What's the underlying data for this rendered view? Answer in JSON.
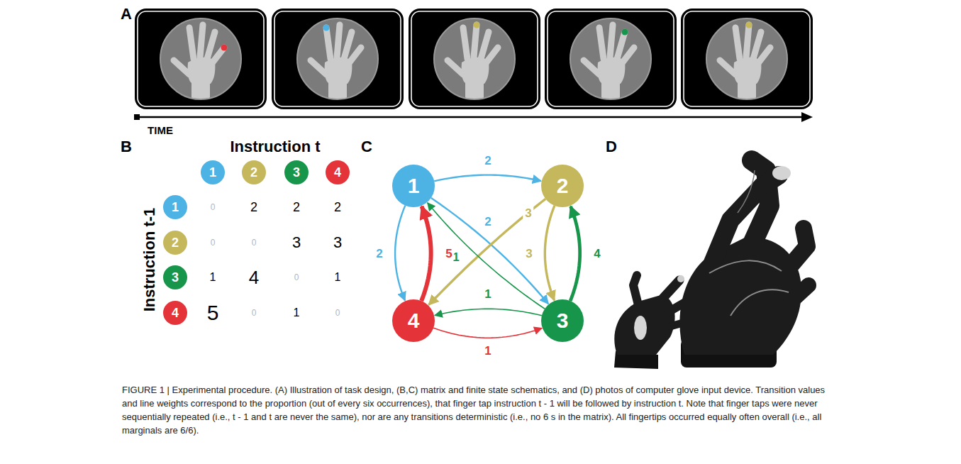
{
  "diagram": {
    "caption": "FIGURE 1 | Experimental procedure. (A) Illustration of task design, (B,C) matrix and finite state schematics, and (D) photos of computer glove input device. Transition values and line weights correspond to the proportion (out of every six occurrences), that finger tap instruction t - 1 will be followed by instruction t. Note that finger taps were never sequentially repeated (i.e., t - 1 and t are never the same), nor are any transitions deterministic (i.e., no 6 s in the matrix). All fingertips occurred equally often overall (i.e., all marginals are 6/6).",
    "nodes": [
      {
        "text": [
          "1"
        ]
      },
      {
        "text": [
          "2"
        ]
      },
      {
        "text": [
          "3"
        ]
      },
      {
        "text": [
          "4"
        ]
      },
      {
        "text": [
          "1"
        ]
      },
      {
        "text": [
          "2"
        ]
      },
      {
        "text": [
          "3"
        ]
      },
      {
        "text": [
          "4"
        ]
      },
      {
        "text": [
          "1"
        ]
      },
      {
        "text": [
          "2"
        ]
      },
      {
        "text": [
          "4"
        ]
      },
      {
        "text": [
          "3"
        ]
      }
    ],
    "edges": [
      {
        "from": 8,
        "to": 9,
        "label": "2",
        "arrow": "to"
      },
      {
        "from": 8,
        "to": 11,
        "label": "2",
        "arrow": "to"
      },
      {
        "from": 8,
        "to": 10,
        "label": "2",
        "arrow": "to"
      },
      {
        "from": 9,
        "to": 10,
        "label": "3",
        "arrow": "to"
      },
      {
        "from": 9,
        "to": 11,
        "label": "3",
        "arrow": "to"
      },
      {
        "from": 11,
        "to": 9,
        "label": "4",
        "arrow": "to"
      },
      {
        "from": 11,
        "to": 8,
        "label": "1",
        "arrow": "to"
      },
      {
        "from": 11,
        "to": 10,
        "label": "1",
        "arrow": "to"
      },
      {
        "from": 10,
        "to": 8,
        "label": "5",
        "arrow": "to"
      },
      {
        "from": 10,
        "to": 11,
        "label": "1",
        "arrow": "to"
      }
    ],
    "labels": [
      "A",
      "TIME",
      "B",
      "Instruction t",
      "C",
      "D",
      "Instruction t-1",
      "0",
      "2",
      "2",
      "2",
      "0",
      "0",
      "3",
      "3",
      "1",
      "4",
      "0",
      "1",
      "5",
      "0",
      "1",
      "0"
    ]
  }
}
